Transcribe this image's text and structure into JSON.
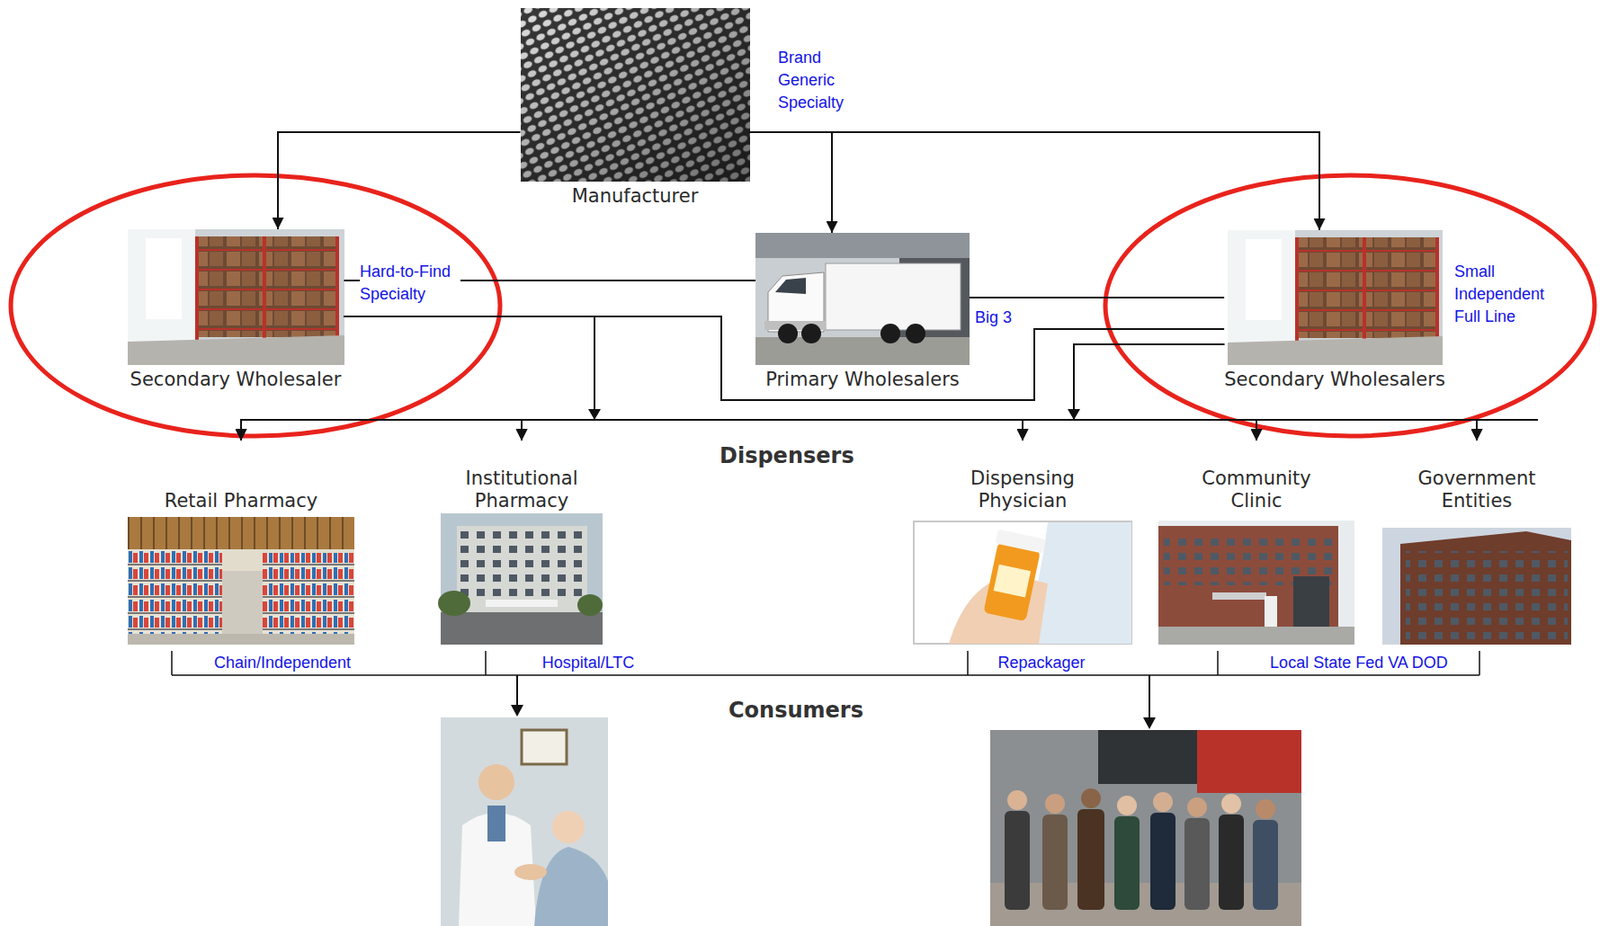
{
  "diagram": {
    "nodes": [
      {
        "text": [
          "Manufacturer"
        ]
      },
      {
        "text": [
          "Secondary Wholesaler"
        ]
      },
      {
        "text": [
          "Primary Wholesalers"
        ]
      },
      {
        "text": [
          "Secondary Wholesalers"
        ]
      },
      {
        "text": [
          "Retail Pharmacy"
        ]
      },
      {
        "text": [
          "Institutional Pharmacy"
        ]
      },
      {
        "text": [
          "Dispensing Physician"
        ]
      },
      {
        "text": [
          "Community Clinic"
        ]
      },
      {
        "text": [
          "Government Entities"
        ]
      }
    ],
    "edges": [
      {
        "from": 0,
        "to": 1,
        "arrow": "to"
      },
      {
        "from": 0,
        "to": 2,
        "arrow": "to"
      },
      {
        "from": 0,
        "to": 3,
        "arrow": "to"
      },
      {
        "from": 1,
        "to": 2,
        "arrow": "none"
      },
      {
        "from": 2,
        "to": 3,
        "arrow": "none"
      },
      {
        "from": 1,
        "to": 3,
        "arrow": "none"
      },
      {
        "from": 1,
        "to": 4,
        "arrow": "to"
      },
      {
        "from": 1,
        "to": 5,
        "arrow": "to"
      },
      {
        "from": 1,
        "to": 6,
        "arrow": "to"
      },
      {
        "from": 1,
        "to": 7,
        "arrow": "to"
      },
      {
        "from": 1,
        "to": 8,
        "arrow": "to"
      },
      {
        "from": 3,
        "to": 4,
        "arrow": "to"
      },
      {
        "from": 3,
        "to": 5,
        "arrow": "to"
      },
      {
        "from": 3,
        "to": 6,
        "arrow": "to"
      },
      {
        "from": 3,
        "to": 7,
        "arrow": "to"
      },
      {
        "from": 3,
        "to": 8,
        "arrow": "to"
      }
    ],
    "labels": [
      "Brand Generic Specialty",
      "Hard-to-Find Specialty",
      "Big 3",
      "Small Independent Full Line",
      "Dispensers",
      "Chain/Independent",
      "Hospital/LTC",
      "Repackager",
      "Local State Fed VA DOD",
      "Consumers"
    ]
  }
}
